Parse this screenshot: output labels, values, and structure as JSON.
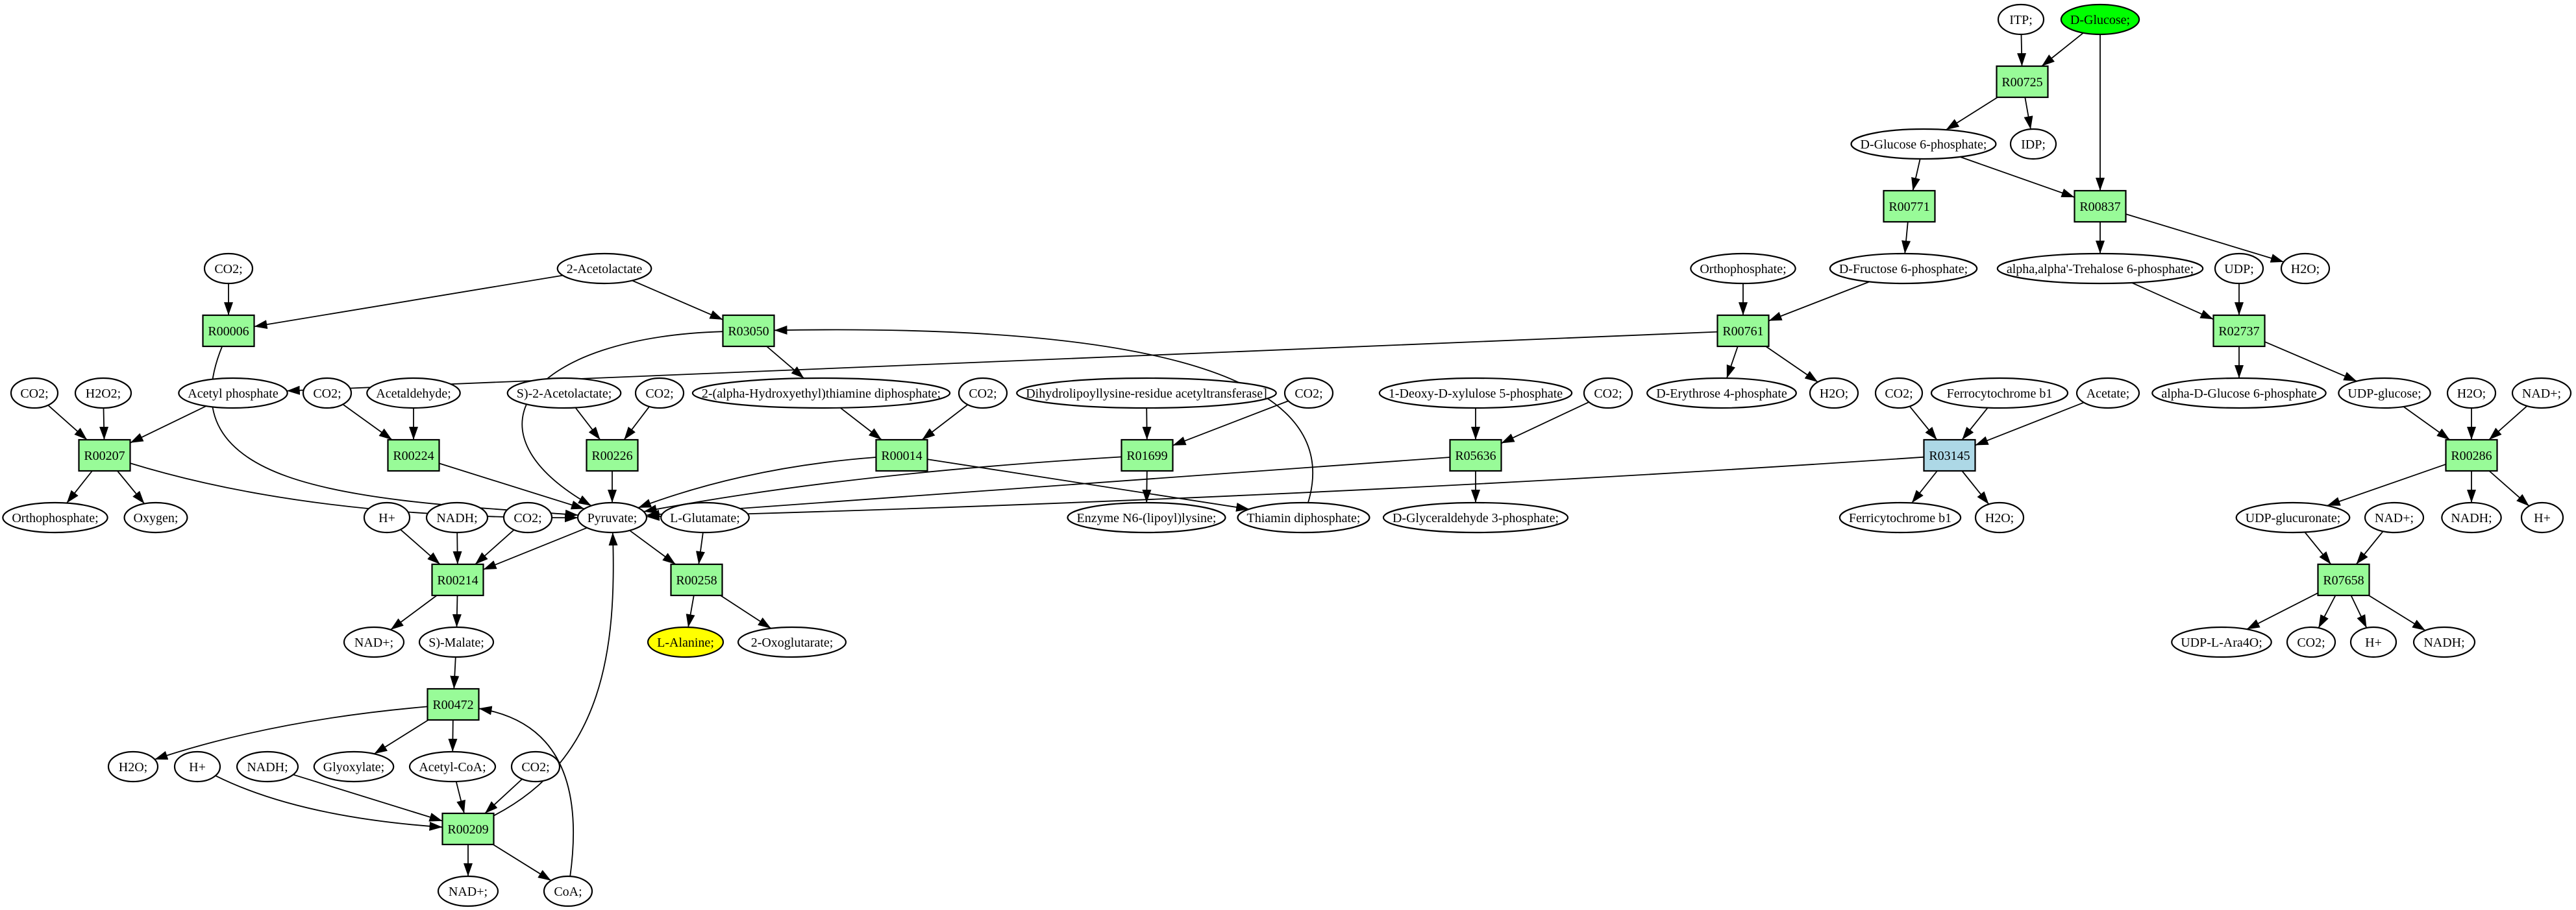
{
  "graph": {
    "colors": {
      "reaction": "#98fb98",
      "reaction_alt": "#add8e6",
      "source": "#00ff00",
      "target": "#ffff00",
      "compound": "#ffffff"
    },
    "nodes": [
      {
        "id": "itp",
        "label": "ITP;",
        "kind": "compound"
      },
      {
        "id": "glc",
        "label": "D-Glucose;",
        "kind": "compound",
        "fill": "#00ff00"
      },
      {
        "id": "g6p",
        "label": "D-Glucose 6-phosphate;",
        "kind": "compound"
      },
      {
        "id": "idp",
        "label": "IDP;",
        "kind": "compound"
      },
      {
        "id": "orth1",
        "label": "Orthophosphate;",
        "kind": "compound"
      },
      {
        "id": "f6p",
        "label": "D-Fructose 6-phosphate;",
        "kind": "compound"
      },
      {
        "id": "tre6p",
        "label": "alpha,alpha'-Trehalose 6-phosphate;",
        "kind": "compound"
      },
      {
        "id": "udp",
        "label": "UDP;",
        "kind": "compound"
      },
      {
        "id": "h2o1",
        "label": "H2O;",
        "kind": "compound"
      },
      {
        "id": "co2a",
        "label": "CO2;",
        "kind": "compound"
      },
      {
        "id": "acl",
        "label": "2-Acetolactate",
        "kind": "compound"
      },
      {
        "id": "co2b",
        "label": "CO2;",
        "kind": "compound"
      },
      {
        "id": "h2o2",
        "label": "H2O2;",
        "kind": "compound"
      },
      {
        "id": "acp",
        "label": "Acetyl phosphate",
        "kind": "compound"
      },
      {
        "id": "co2c",
        "label": "CO2;",
        "kind": "compound"
      },
      {
        "id": "acald",
        "label": "Acetaldehyde;",
        "kind": "compound"
      },
      {
        "id": "sacl",
        "label": "S)-2-Acetolactate;",
        "kind": "compound"
      },
      {
        "id": "co2d",
        "label": "CO2;",
        "kind": "compound"
      },
      {
        "id": "hetpp",
        "label": "2-(alpha-Hydroxyethyl)thiamine diphosphate;",
        "kind": "compound"
      },
      {
        "id": "co2e",
        "label": "CO2;",
        "kind": "compound"
      },
      {
        "id": "dlat",
        "label": "Dihydrolipoyllysine-residue acetyltransferase]",
        "kind": "compound"
      },
      {
        "id": "co2f",
        "label": "CO2;",
        "kind": "compound"
      },
      {
        "id": "dxp",
        "label": "1-Deoxy-D-xylulose 5-phosphate",
        "kind": "compound"
      },
      {
        "id": "co2g",
        "label": "CO2;",
        "kind": "compound"
      },
      {
        "id": "e4p",
        "label": "D-Erythrose 4-phosphate",
        "kind": "compound"
      },
      {
        "id": "h2o3",
        "label": "H2O;",
        "kind": "compound"
      },
      {
        "id": "co2h",
        "label": "CO2;",
        "kind": "compound"
      },
      {
        "id": "ferro",
        "label": "Ferrocytochrome b1",
        "kind": "compound"
      },
      {
        "id": "acet",
        "label": "Acetate;",
        "kind": "compound"
      },
      {
        "id": "ag6p",
        "label": "alpha-D-Glucose 6-phosphate",
        "kind": "compound"
      },
      {
        "id": "udpg",
        "label": "UDP-glucose;",
        "kind": "compound"
      },
      {
        "id": "h2o4",
        "label": "H2O;",
        "kind": "compound"
      },
      {
        "id": "nad1",
        "label": "NAD+;",
        "kind": "compound"
      },
      {
        "id": "orth2",
        "label": "Orthophosphate;",
        "kind": "compound"
      },
      {
        "id": "oxy",
        "label": "Oxygen;",
        "kind": "compound"
      },
      {
        "id": "hp1",
        "label": "H+",
        "kind": "compound"
      },
      {
        "id": "nadh1",
        "label": "NADH;",
        "kind": "compound"
      },
      {
        "id": "co2i",
        "label": "CO2;",
        "kind": "compound"
      },
      {
        "id": "pyr",
        "label": "Pyruvate;",
        "kind": "compound"
      },
      {
        "id": "glu",
        "label": "L-Glutamate;",
        "kind": "compound"
      },
      {
        "id": "lipo",
        "label": "Enzyme N6-(lipoyl)lysine;",
        "kind": "compound"
      },
      {
        "id": "thdp",
        "label": "Thiamin diphosphate;",
        "kind": "compound"
      },
      {
        "id": "gap",
        "label": "D-Glyceraldehyde 3-phosphate;",
        "kind": "compound"
      },
      {
        "id": "ferri",
        "label": "Ferricytochrome b1",
        "kind": "compound"
      },
      {
        "id": "h2o5",
        "label": "H2O;",
        "kind": "compound"
      },
      {
        "id": "udpgla",
        "label": "UDP-glucuronate;",
        "kind": "compound"
      },
      {
        "id": "nad2",
        "label": "NAD+;",
        "kind": "compound"
      },
      {
        "id": "nadh2",
        "label": "NADH;",
        "kind": "compound"
      },
      {
        "id": "hp2",
        "label": "H+",
        "kind": "compound"
      },
      {
        "id": "nad3",
        "label": "NAD+;",
        "kind": "compound"
      },
      {
        "id": "mal",
        "label": "S)-Malate;",
        "kind": "compound"
      },
      {
        "id": "ala",
        "label": "L-Alanine;",
        "kind": "compound",
        "fill": "#ffff00"
      },
      {
        "id": "oxo",
        "label": "2-Oxoglutarate;",
        "kind": "compound"
      },
      {
        "id": "udpara",
        "label": "UDP-L-Ara4O;",
        "kind": "compound"
      },
      {
        "id": "co2j",
        "label": "CO2;",
        "kind": "compound"
      },
      {
        "id": "hp3",
        "label": "H+",
        "kind": "compound"
      },
      {
        "id": "nadh3",
        "label": "NADH;",
        "kind": "compound"
      },
      {
        "id": "h2o6",
        "label": "H2O;",
        "kind": "compound"
      },
      {
        "id": "hp4",
        "label": "H+",
        "kind": "compound"
      },
      {
        "id": "nadh4",
        "label": "NADH;",
        "kind": "compound"
      },
      {
        "id": "glx",
        "label": "Glyoxylate;",
        "kind": "compound"
      },
      {
        "id": "accoa",
        "label": "Acetyl-CoA;",
        "kind": "compound"
      },
      {
        "id": "co2k",
        "label": "CO2;",
        "kind": "compound"
      },
      {
        "id": "nad4",
        "label": "NAD+;",
        "kind": "compound"
      },
      {
        "id": "coa",
        "label": "CoA;",
        "kind": "compound"
      },
      {
        "id": "R00725",
        "label": "R00725",
        "kind": "reaction"
      },
      {
        "id": "R00771",
        "label": "R00771",
        "kind": "reaction"
      },
      {
        "id": "R00837",
        "label": "R00837",
        "kind": "reaction"
      },
      {
        "id": "R00006",
        "label": "R00006",
        "kind": "reaction"
      },
      {
        "id": "R03050",
        "label": "R03050",
        "kind": "reaction"
      },
      {
        "id": "R00761",
        "label": "R00761",
        "kind": "reaction"
      },
      {
        "id": "R02737",
        "label": "R02737",
        "kind": "reaction"
      },
      {
        "id": "R00207",
        "label": "R00207",
        "kind": "reaction"
      },
      {
        "id": "R00224",
        "label": "R00224",
        "kind": "reaction"
      },
      {
        "id": "R00226",
        "label": "R00226",
        "kind": "reaction"
      },
      {
        "id": "R00014",
        "label": "R00014",
        "kind": "reaction"
      },
      {
        "id": "R01699",
        "label": "R01699",
        "kind": "reaction"
      },
      {
        "id": "R05636",
        "label": "R05636",
        "kind": "reaction"
      },
      {
        "id": "R03145",
        "label": "R03145",
        "kind": "reaction",
        "fill": "#add8e6"
      },
      {
        "id": "R00286",
        "label": "R00286",
        "kind": "reaction"
      },
      {
        "id": "R00214",
        "label": "R00214",
        "kind": "reaction"
      },
      {
        "id": "R00258",
        "label": "R00258",
        "kind": "reaction"
      },
      {
        "id": "R07658",
        "label": "R07658",
        "kind": "reaction"
      },
      {
        "id": "R00472",
        "label": "R00472",
        "kind": "reaction"
      },
      {
        "id": "R00209",
        "label": "R00209",
        "kind": "reaction"
      }
    ],
    "edges": [
      [
        "itp",
        "R00725"
      ],
      [
        "glc",
        "R00725"
      ],
      [
        "glc",
        "R00837"
      ],
      [
        "R00725",
        "g6p"
      ],
      [
        "R00725",
        "idp"
      ],
      [
        "g6p",
        "R00771"
      ],
      [
        "g6p",
        "R00837"
      ],
      [
        "R00771",
        "f6p"
      ],
      [
        "R00837",
        "tre6p"
      ],
      [
        "R00837",
        "h2o1"
      ],
      [
        "orth1",
        "R00761"
      ],
      [
        "f6p",
        "R00761"
      ],
      [
        "R00761",
        "e4p"
      ],
      [
        "R00761",
        "h2o3"
      ],
      [
        "R00761",
        "acp"
      ],
      [
        "tre6p",
        "R02737"
      ],
      [
        "udp",
        "R02737"
      ],
      [
        "R02737",
        "ag6p"
      ],
      [
        "R02737",
        "udpg"
      ],
      [
        "co2a",
        "R00006"
      ],
      [
        "acl",
        "R00006"
      ],
      [
        "acl",
        "R03050"
      ],
      [
        "R00006",
        "pyr"
      ],
      [
        "R03050",
        "pyr"
      ],
      [
        "R03050",
        "hetpp"
      ],
      [
        "thdp",
        "R03050"
      ],
      [
        "co2b",
        "R00207"
      ],
      [
        "h2o2",
        "R00207"
      ],
      [
        "acp",
        "R00207"
      ],
      [
        "R00207",
        "orth2"
      ],
      [
        "R00207",
        "oxy"
      ],
      [
        "R00207",
        "pyr"
      ],
      [
        "co2c",
        "R00224"
      ],
      [
        "acald",
        "R00224"
      ],
      [
        "R00224",
        "pyr"
      ],
      [
        "sacl",
        "R00226"
      ],
      [
        "co2d",
        "R00226"
      ],
      [
        "R00226",
        "pyr"
      ],
      [
        "hetpp",
        "R00014"
      ],
      [
        "co2e",
        "R00014"
      ],
      [
        "R00014",
        "pyr"
      ],
      [
        "R00014",
        "thdp"
      ],
      [
        "dlat",
        "R01699"
      ],
      [
        "co2f",
        "R01699"
      ],
      [
        "R01699",
        "pyr"
      ],
      [
        "R01699",
        "lipo"
      ],
      [
        "dxp",
        "R05636"
      ],
      [
        "co2g",
        "R05636"
      ],
      [
        "R05636",
        "pyr"
      ],
      [
        "R05636",
        "gap"
      ],
      [
        "co2h",
        "R03145"
      ],
      [
        "ferro",
        "R03145"
      ],
      [
        "acet",
        "R03145"
      ],
      [
        "R03145",
        "pyr"
      ],
      [
        "R03145",
        "ferri"
      ],
      [
        "R03145",
        "h2o5"
      ],
      [
        "udpg",
        "R00286"
      ],
      [
        "h2o4",
        "R00286"
      ],
      [
        "nad1",
        "R00286"
      ],
      [
        "R00286",
        "udpgla"
      ],
      [
        "R00286",
        "nadh2"
      ],
      [
        "R00286",
        "hp2"
      ],
      [
        "udpgla",
        "R07658"
      ],
      [
        "nad2",
        "R07658"
      ],
      [
        "R07658",
        "udpara"
      ],
      [
        "R07658",
        "co2j"
      ],
      [
        "R07658",
        "hp3"
      ],
      [
        "R07658",
        "nadh3"
      ],
      [
        "hp1",
        "R00214"
      ],
      [
        "nadh1",
        "R00214"
      ],
      [
        "co2i",
        "R00214"
      ],
      [
        "pyr",
        "R00214"
      ],
      [
        "R00214",
        "nad3"
      ],
      [
        "R00214",
        "mal"
      ],
      [
        "glu",
        "R00258"
      ],
      [
        "pyr",
        "R00258"
      ],
      [
        "R00258",
        "ala"
      ],
      [
        "R00258",
        "oxo"
      ],
      [
        "mal",
        "R00472"
      ],
      [
        "R00472",
        "h2o6"
      ],
      [
        "R00472",
        "glx"
      ],
      [
        "R00472",
        "accoa"
      ],
      [
        "coa",
        "R00472"
      ],
      [
        "hp4",
        "R00209"
      ],
      [
        "nadh4",
        "R00209"
      ],
      [
        "accoa",
        "R00209"
      ],
      [
        "co2k",
        "R00209"
      ],
      [
        "R00209",
        "pyr"
      ],
      [
        "R00209",
        "nad4"
      ],
      [
        "R00209",
        "coa"
      ]
    ]
  }
}
